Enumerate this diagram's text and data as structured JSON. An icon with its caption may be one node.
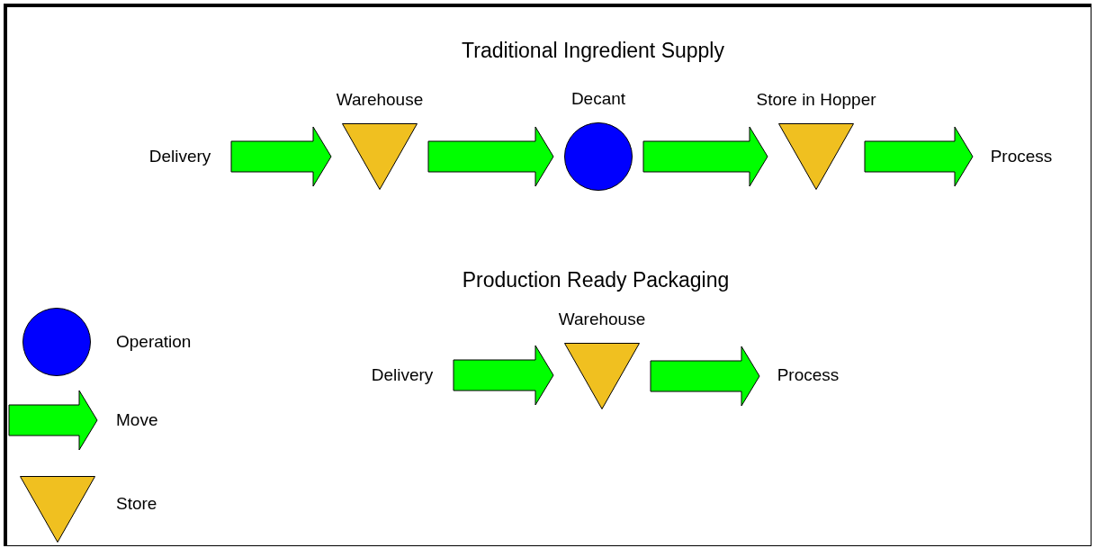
{
  "diagram": {
    "nodes": [
      {
        "text": [
          "Delivery"
        ]
      },
      {
        "text": [
          "Warehouse"
        ]
      },
      {
        "text": [
          "Decant"
        ]
      },
      {
        "text": [
          "Store in Hopper"
        ]
      },
      {
        "text": [
          "Process"
        ]
      },
      {
        "text": [
          "Delivery"
        ]
      },
      {
        "text": [
          "Warehouse"
        ]
      },
      {
        "text": [
          "Process"
        ]
      }
    ],
    "edges": [
      {
        "from": 0,
        "to": 1,
        "arrow": "to"
      },
      {
        "from": 1,
        "to": 2,
        "arrow": "to"
      },
      {
        "from": 2,
        "to": 3,
        "arrow": "to"
      },
      {
        "from": 3,
        "to": 4,
        "arrow": "to"
      },
      {
        "from": 5,
        "to": 6,
        "arrow": "to"
      },
      {
        "from": 6,
        "to": 7,
        "arrow": "to"
      }
    ],
    "labels": [
      "Traditional Ingredient Supply",
      "Production Ready Packaging"
    ],
    "legend": [
      {
        "text": "Operation"
      },
      {
        "text": "Move"
      },
      {
        "text": "Store"
      }
    ]
  }
}
